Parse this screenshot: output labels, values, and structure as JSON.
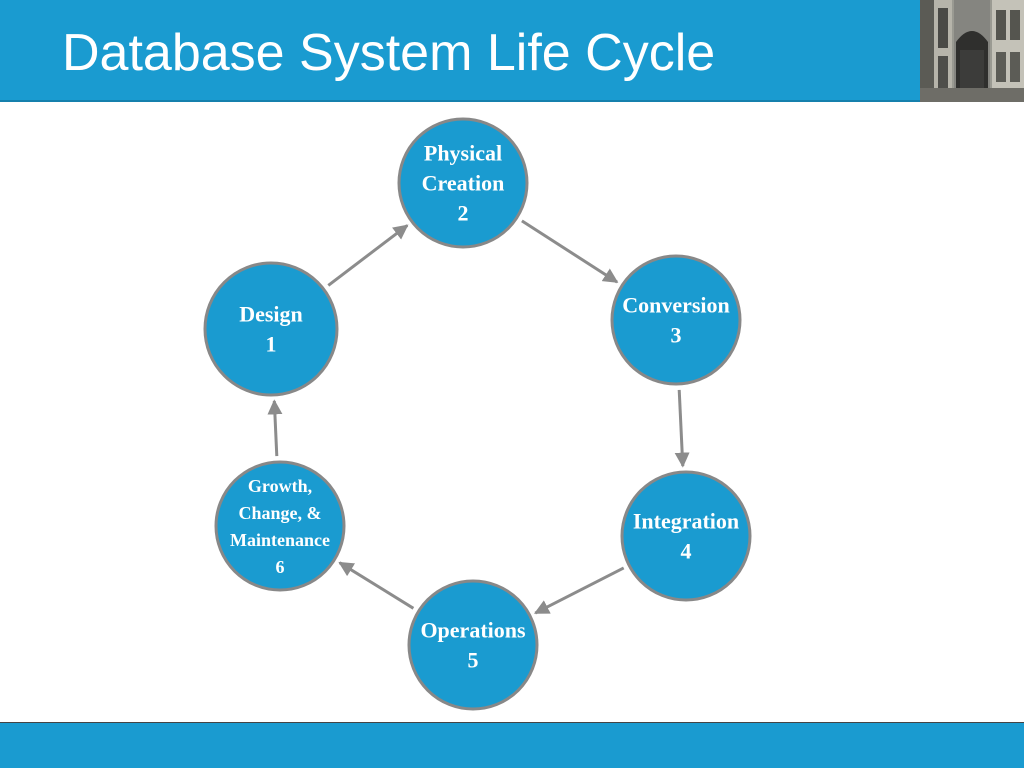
{
  "slide": {
    "title": "Database System Life Cycle",
    "header_color": "#1a9bd0",
    "footer_color": "#1a9bd0"
  },
  "nodes": [
    {
      "id": "design",
      "lines": [
        "Design",
        "1"
      ]
    },
    {
      "id": "physical-creation",
      "lines": [
        "Physical",
        "Creation",
        "2"
      ]
    },
    {
      "id": "conversion",
      "lines": [
        "Conversion",
        "3"
      ]
    },
    {
      "id": "integration",
      "lines": [
        "Integration",
        "4"
      ]
    },
    {
      "id": "operations",
      "lines": [
        "Operations",
        "5"
      ]
    },
    {
      "id": "growth-change-maintenance",
      "lines": [
        "Growth,",
        "Change, &",
        "Maintenance",
        "6"
      ]
    }
  ],
  "edges": [
    {
      "from": "design",
      "to": "physical-creation"
    },
    {
      "from": "physical-creation",
      "to": "conversion"
    },
    {
      "from": "conversion",
      "to": "integration"
    },
    {
      "from": "integration",
      "to": "operations"
    },
    {
      "from": "operations",
      "to": "growth-change-maintenance"
    },
    {
      "from": "growth-change-maintenance",
      "to": "design"
    }
  ],
  "colors": {
    "node_fill": "#1a9bd0",
    "node_stroke": "#888888",
    "arrow": "#8c8c8c",
    "text": "#ffffff"
  }
}
